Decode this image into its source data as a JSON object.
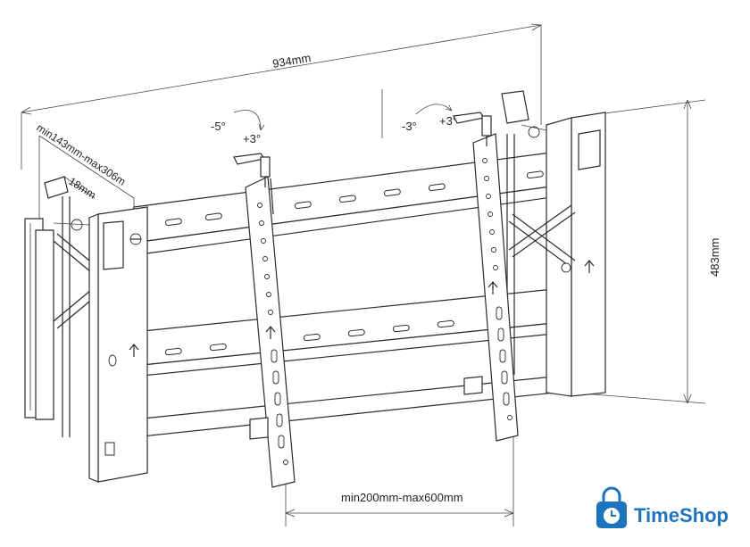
{
  "dimensions": {
    "width_label": "934mm",
    "height_label": "483mm",
    "depth_label": "min143mm-max306m",
    "offset_label": "18mm",
    "vesa_label": "min200mm-max600mm"
  },
  "tilt": {
    "left_minus": "-5°",
    "left_plus": "+3°",
    "right_minus": "-3°",
    "right_plus": "+3°"
  },
  "brand": {
    "name": "TimeShop",
    "color": "#1e73be"
  },
  "icons": [
    "shopping-bag-clock-icon",
    "up-arrow-icon",
    "knob-handle-icon"
  ]
}
